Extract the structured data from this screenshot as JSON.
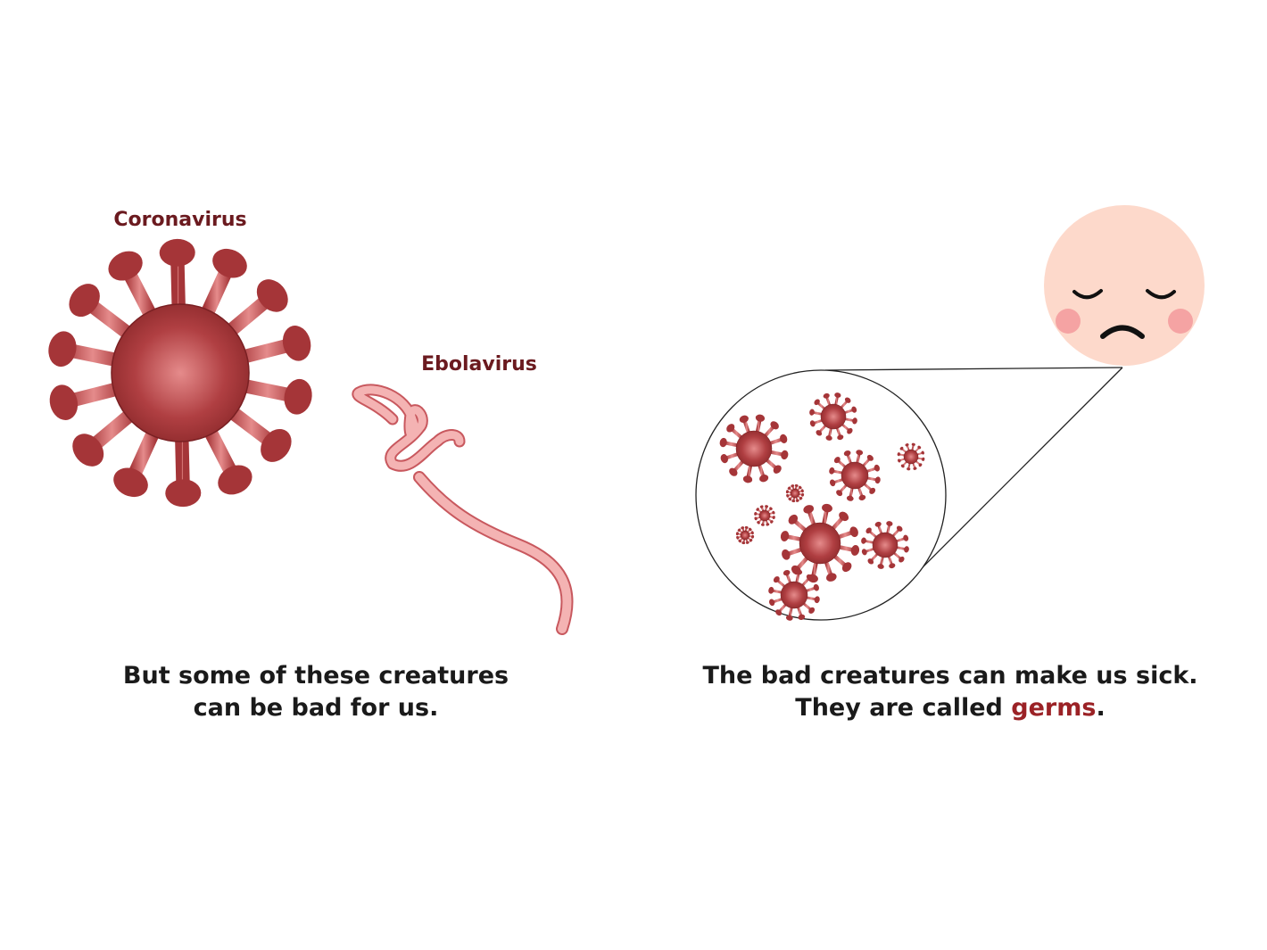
{
  "left_panel": {
    "coronavirus_label": "Coronavirus",
    "ebolavirus_label": "Ebolavirus",
    "caption_line1": "But some of these creatures",
    "caption_line2": "can be bad for us."
  },
  "right_panel": {
    "caption_line1": "The bad creatures can make us sick.",
    "caption_line2_prefix": "They are called ",
    "caption_highlight": "germs",
    "caption_suffix": "."
  },
  "colors": {
    "virus_dark": "#8e2a2c",
    "virus_light": "#e58b8b",
    "label_text": "#6b1a1f",
    "highlight": "#9b2226",
    "ebola_fill": "#f4b3b3",
    "ebola_stroke": "#c8585e",
    "face": "#fdd9cb",
    "cheek": "#f5a3a3"
  }
}
